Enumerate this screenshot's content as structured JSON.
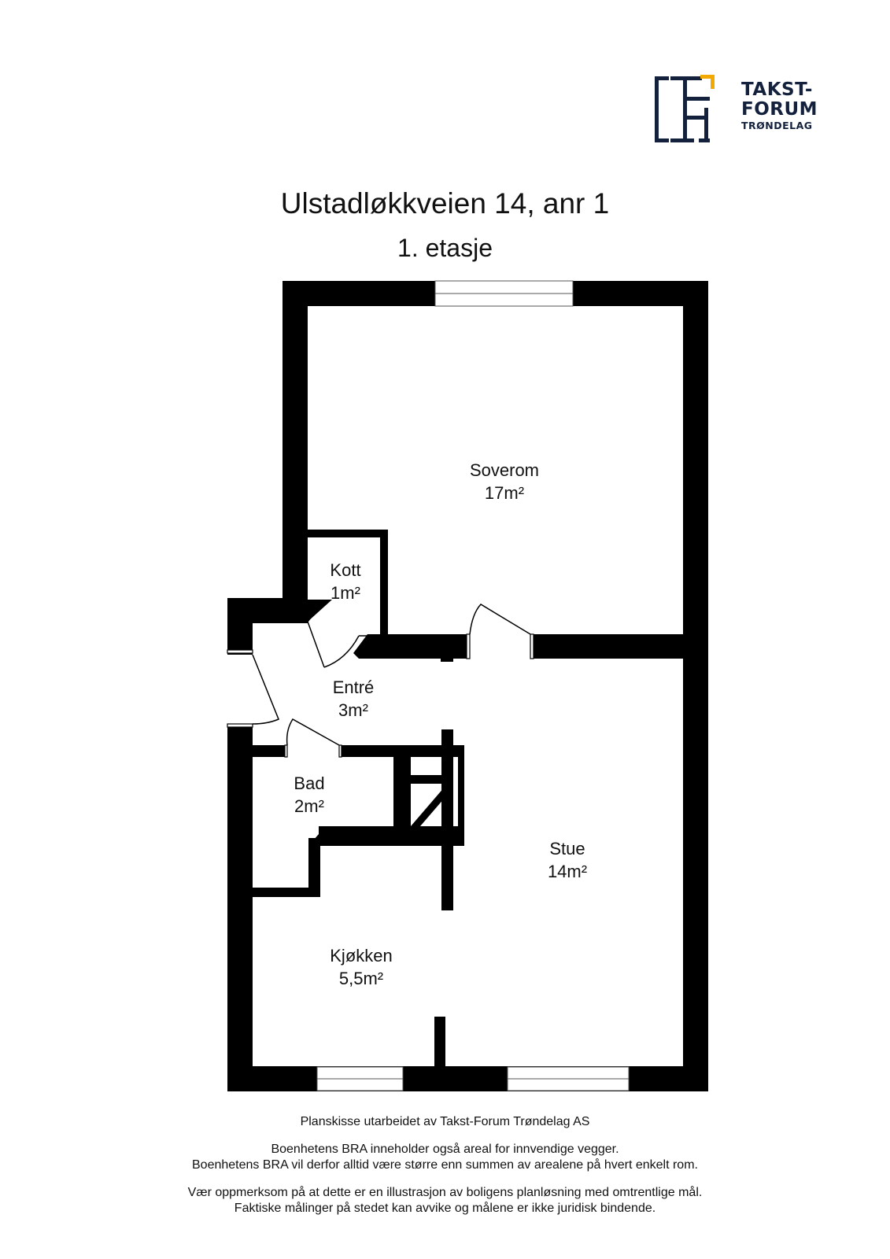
{
  "logo": {
    "line1": "TAKST-",
    "line2": "FORUM",
    "line3": "TRØNDELAG",
    "colors": {
      "navy": "#14213d",
      "accent": "#f2a900"
    }
  },
  "title": "Ulstadløkkveien 14, anr 1",
  "subtitle": "1. etasje",
  "rooms": [
    {
      "name": "Soverom",
      "area": "17m²"
    },
    {
      "name": "Kott",
      "area": "1m²"
    },
    {
      "name": "Entré",
      "area": "3m²"
    },
    {
      "name": "Bad",
      "area": "2m²"
    },
    {
      "name": "Stue",
      "area": "14m²"
    },
    {
      "name": "Kjøkken",
      "area": "5,5m²"
    }
  ],
  "footer": {
    "credit": "Planskisse utarbeidet av Takst-Forum Trøndelag AS",
    "note1": "Boenhetens BRA inneholder også areal for innvendige vegger.",
    "note2": "Boenhetens BRA vil derfor alltid være større enn summen av arealene på hvert enkelt rom.",
    "note3": "Vær oppmerksom på at dette er en illustrasjon av boligens planløsning med omtrentlige mål.",
    "note4": "Faktiske målinger på stedet kan avvike og målene er ikke juridisk bindende."
  }
}
